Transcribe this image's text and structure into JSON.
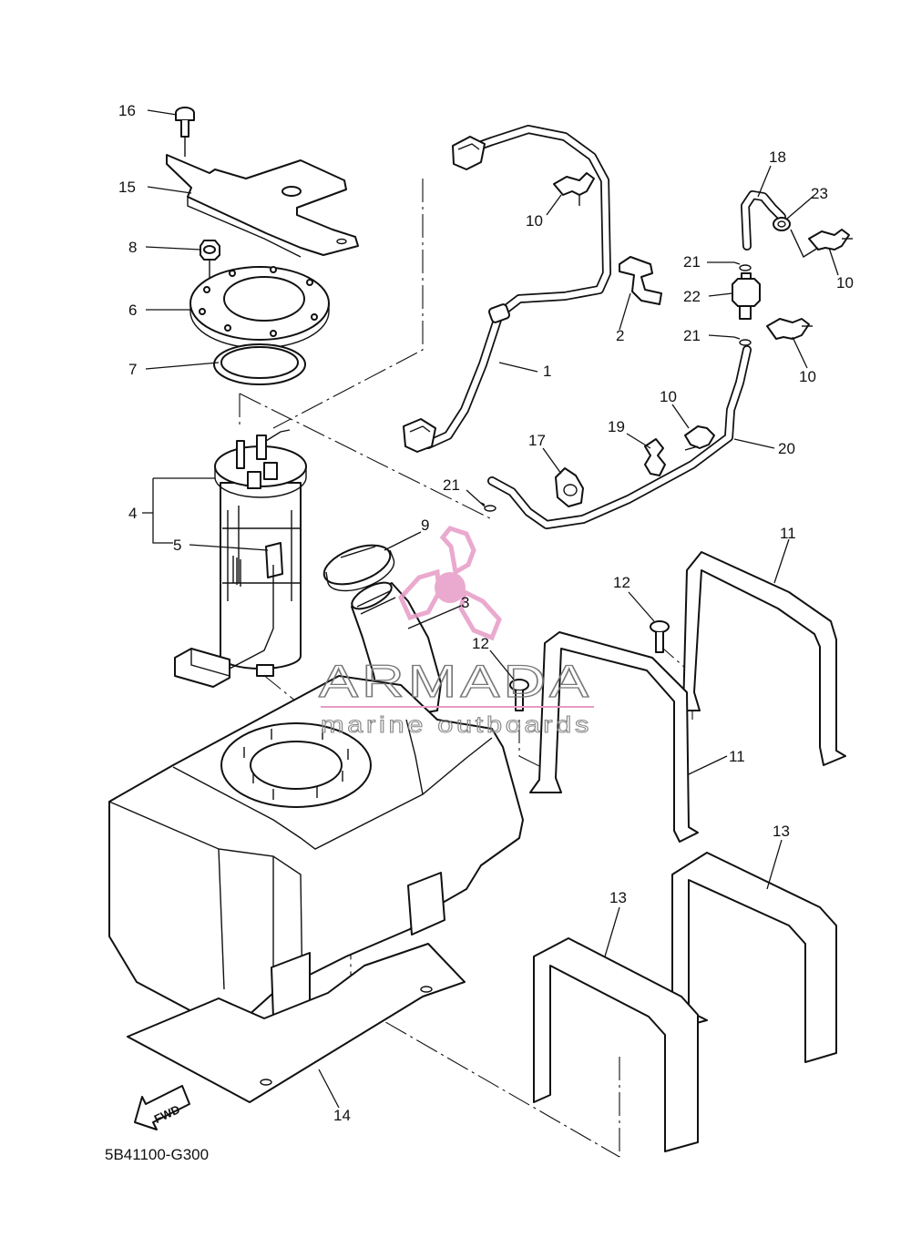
{
  "diagram": {
    "drawing_code": "5B41100-G300",
    "fwd_label": "FWD",
    "watermark": {
      "brand": "ARMADA",
      "tagline": "marine outboards",
      "accent_color": "#e79bc6"
    },
    "callouts": {
      "c1": "1",
      "c2": "2",
      "c3": "3",
      "c4": "4",
      "c5": "5",
      "c6": "6",
      "c7": "7",
      "c8": "8",
      "c9": "9",
      "c10a": "10",
      "c10b": "10",
      "c10c": "10",
      "c10d": "10",
      "c11a": "11",
      "c11b": "11",
      "c12a": "12",
      "c12b": "12",
      "c13a": "13",
      "c13b": "13",
      "c14": "14",
      "c15": "15",
      "c16": "16",
      "c17": "17",
      "c18": "18",
      "c19": "19",
      "c20": "20",
      "c21a": "21",
      "c21b": "21",
      "c21c": "21",
      "c22": "22",
      "c23": "23"
    }
  }
}
